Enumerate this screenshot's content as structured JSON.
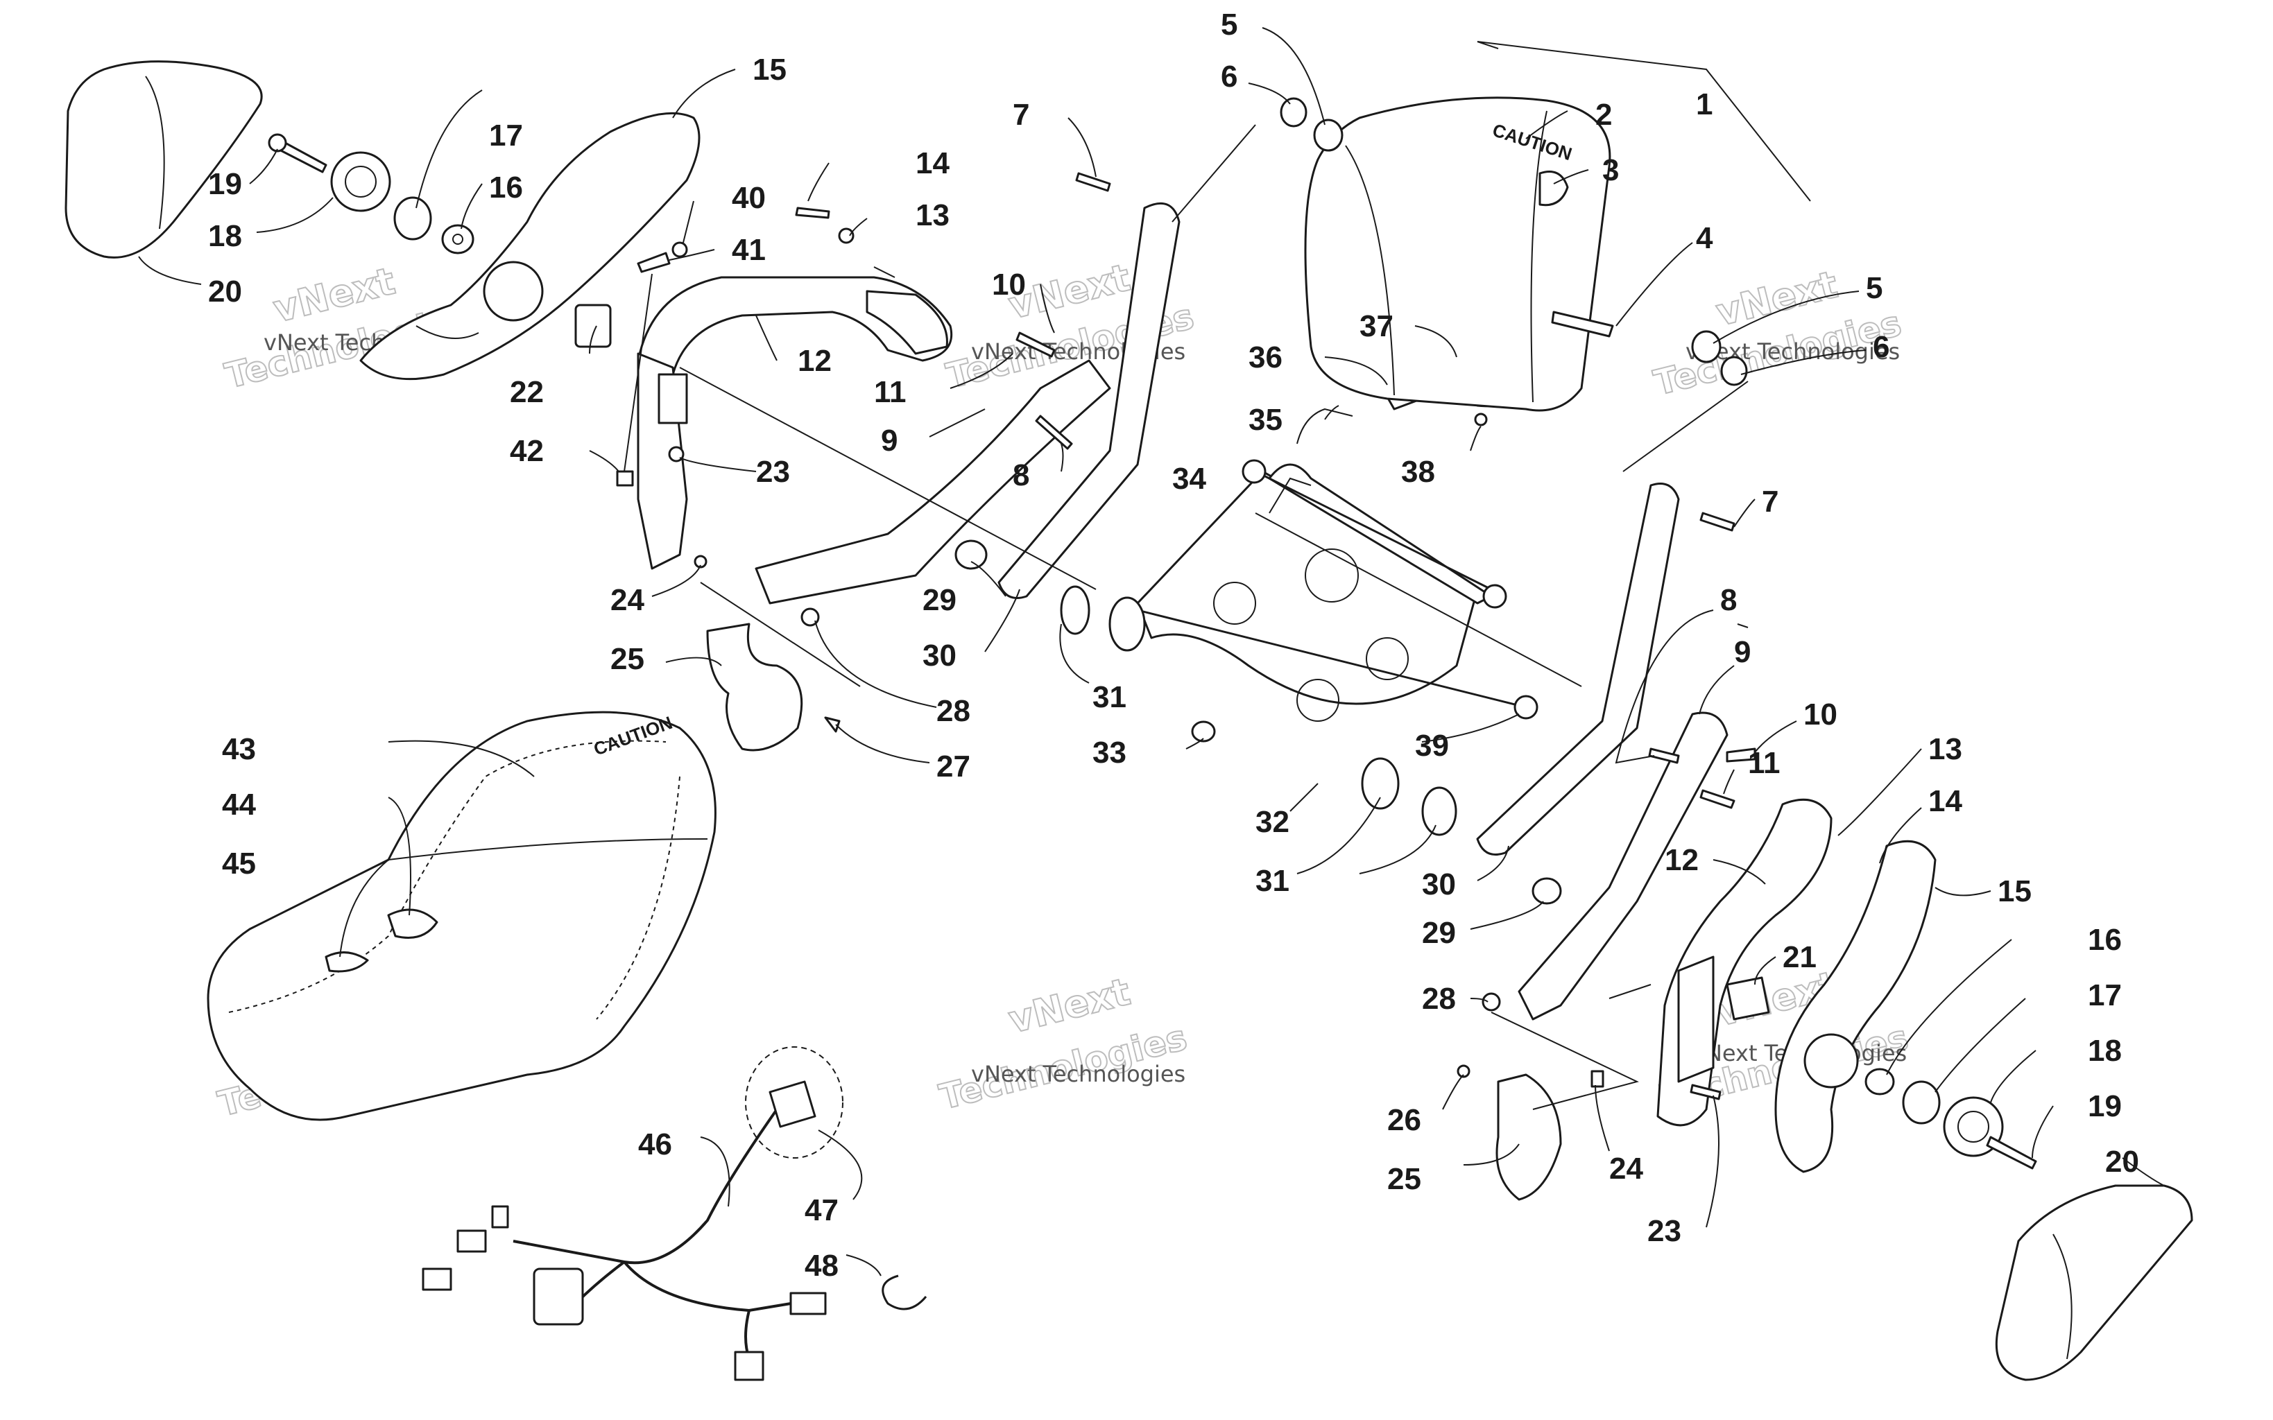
{
  "watermark": {
    "line1": "vNext Technologies",
    "line2": "vNext",
    "line3": "Technologies"
  },
  "seat_text": {
    "caution": "CAUTION"
  },
  "callouts": [
    "1",
    "2",
    "3",
    "4",
    "5",
    "5",
    "6",
    "6",
    "7",
    "7",
    "8",
    "8",
    "9",
    "9",
    "10",
    "10",
    "11",
    "11",
    "12",
    "12",
    "13",
    "13",
    "14",
    "14",
    "15",
    "15",
    "16",
    "16",
    "17",
    "17",
    "18",
    "18",
    "19",
    "19",
    "20",
    "20",
    "21",
    "22",
    "23",
    "23",
    "24",
    "24",
    "25",
    "25",
    "26",
    "27",
    "28",
    "28",
    "29",
    "29",
    "30",
    "30",
    "31",
    "31",
    "32",
    "33",
    "34",
    "35",
    "36",
    "37",
    "38",
    "39",
    "40",
    "41",
    "42",
    "43",
    "44",
    "45",
    "46",
    "47",
    "48"
  ]
}
